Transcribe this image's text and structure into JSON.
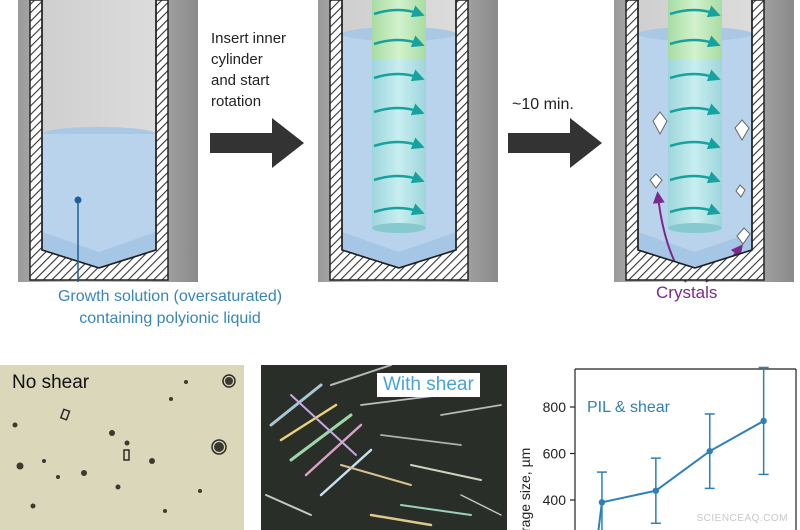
{
  "steps": {
    "step1_label_lines": [
      "Insert inner",
      "cylinder",
      "and start",
      "rotation"
    ],
    "step2_label": "~10 min."
  },
  "captions": {
    "growth_solution_line1": "Growth solution (oversaturated)",
    "growth_solution_line2": "containing polyionic liquid",
    "crystals": "Crystals"
  },
  "photos": {
    "no_shear_label": "No shear",
    "with_shear_label": "With shear"
  },
  "chart_data": {
    "type": "line",
    "ylabel": "rage size, µm",
    "y_ticks": [
      400,
      600,
      800
    ],
    "ylim": [
      300,
      900
    ],
    "annotation": "PIL & shear",
    "series": [
      {
        "points": [
          {
            "x": 1,
            "y": 390,
            "err": 130
          },
          {
            "x": 2,
            "y": 440,
            "err": 140
          },
          {
            "x": 3,
            "y": 610,
            "err": 160
          },
          {
            "x": 4,
            "y": 740,
            "err": 230
          }
        ]
      }
    ],
    "xlim": [
      0.5,
      4.6
    ]
  },
  "colors": {
    "solution": "#b9d3ec",
    "inner_cylinder": "#bde8b8",
    "arrows": "#16a3a0",
    "caption": "#3a85b8",
    "crystals": "#7a2a8c"
  },
  "watermark": "SCIENCEAQ.COM"
}
